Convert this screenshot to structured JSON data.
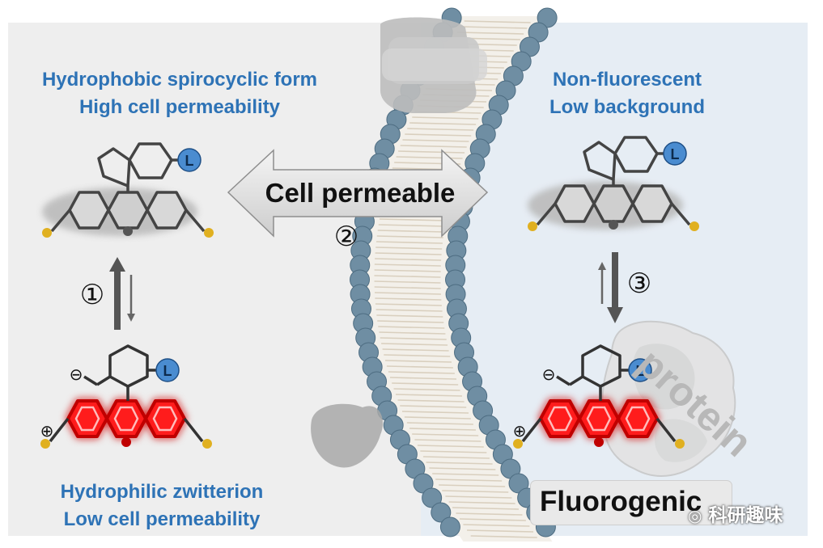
{
  "left_panel": {
    "top_line1": "Hydrophobic spirocyclic form",
    "top_line2": "High cell permeability",
    "bottom_line1": "Hydrophilic zwitterion",
    "bottom_line2": "Low cell permeability",
    "step_label": "①"
  },
  "center": {
    "arrow_label": "Cell permeable",
    "step_label": "②"
  },
  "right_panel": {
    "top_line1": "Non-fluorescent",
    "top_line2": "Low background",
    "step_label": "③",
    "protein_label": "protein",
    "result_label": "Fluorogenic"
  },
  "molecule": {
    "ligand_label": "L",
    "minus_sign": "⊖",
    "plus_sign": "⊕"
  },
  "watermark": {
    "text": "科研趣味"
  },
  "colors": {
    "panel_left": "#eeeeee",
    "panel_right": "#e6edf4",
    "text_blue": "#2e73b6",
    "fluor_red": "#ff1a1a",
    "membrane_head": "#6f8ea3",
    "ligand_blue": "#4a8cd0",
    "atom_gold": "#e0b020"
  }
}
